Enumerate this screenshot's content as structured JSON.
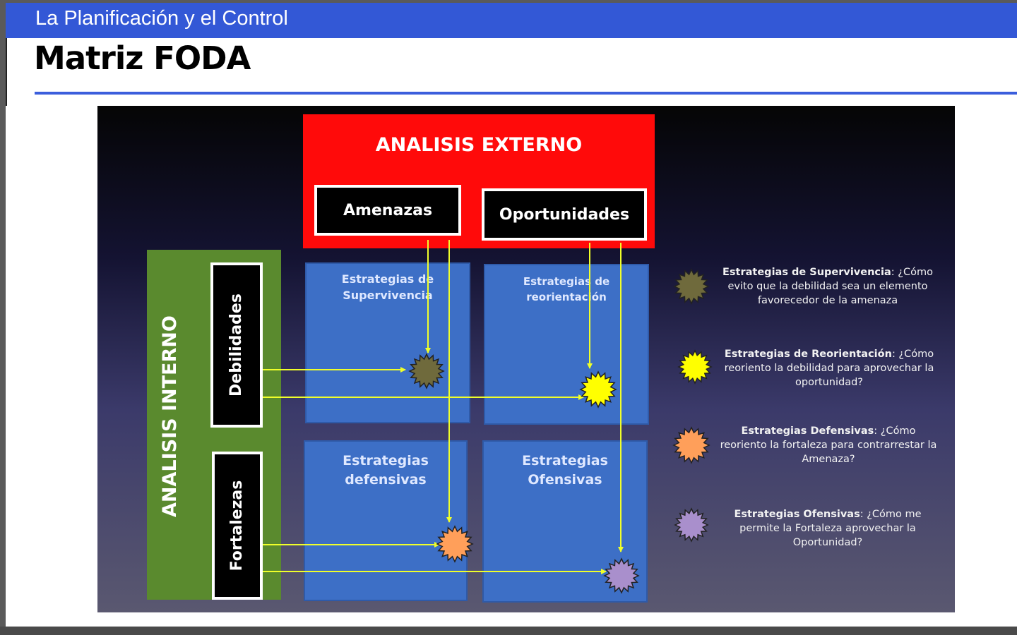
{
  "header": {
    "section_title": "La Planificación y el Control",
    "page_title": "Matriz FODA"
  },
  "diagram": {
    "external": {
      "title": "ANALISIS EXTERNO",
      "threats": "Amenazas",
      "opportunities": "Oportunidades"
    },
    "internal": {
      "title": "ANALISIS INTERNO",
      "weaknesses": "Debilidades",
      "strengths": "Fortalezas"
    },
    "quadrants": {
      "survival": "Estrategias de Supervivencia",
      "reorientation": "Estrategias de reorientación",
      "defensive": "Estrategias defensivas",
      "offensive": "Estrategias Ofensivas"
    },
    "colors": {
      "survival": "#6f6a3c",
      "reorientation": "#ffff00",
      "defensive": "#ff9f5a",
      "offensive": "#a98fcc",
      "arrow": "#f0ff2a",
      "external": "#ff0a0a",
      "internal": "#5a8a2e",
      "quadrant": "#3d6fc6"
    },
    "legend": [
      {
        "name": "Estrategias de Supervivencia",
        "text": ": ¿Cómo evito que la debilidad sea un elemento favorecedor de la amenaza",
        "color_key": "survival"
      },
      {
        "name": "Estrategias de Reorientación",
        "text": ": ¿Cómo reoriento la debilidad para aprovechar la oportunidad?",
        "color_key": "reorientation"
      },
      {
        "name": "Estrategias Defensivas",
        "text": ": ¿Cómo reoriento la fortaleza para contrarrestar la Amenaza?",
        "color_key": "defensive"
      },
      {
        "name": "Estrategias Ofensivas",
        "text": ": ¿Cómo me permite la Fortaleza aprovechar la Oportunidad?",
        "color_key": "offensive"
      }
    ]
  }
}
